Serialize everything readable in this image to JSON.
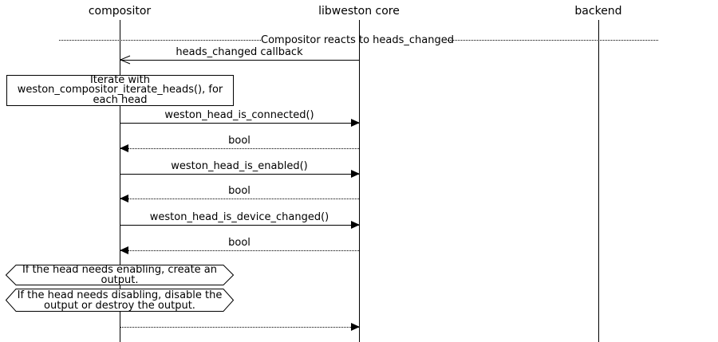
{
  "diagram": {
    "actors": [
      {
        "name": "compositor"
      },
      {
        "name": "libweston core"
      },
      {
        "name": "backend"
      }
    ],
    "divider": {
      "label": "Compositor reacts to heads_changed"
    },
    "messages": [
      {
        "label": "heads_changed callback",
        "from": "libweston core",
        "to": "compositor",
        "line": "solid",
        "arrow": "open"
      },
      {
        "label": "weston_head_is_connected()",
        "from": "compositor",
        "to": "libweston core",
        "line": "solid",
        "arrow": "filled"
      },
      {
        "label": "bool",
        "from": "libweston core",
        "to": "compositor",
        "line": "dotted",
        "arrow": "filled"
      },
      {
        "label": "weston_head_is_enabled()",
        "from": "compositor",
        "to": "libweston core",
        "line": "solid",
        "arrow": "filled"
      },
      {
        "label": "bool",
        "from": "libweston core",
        "to": "compositor",
        "line": "dotted",
        "arrow": "filled"
      },
      {
        "label": "weston_head_is_device_changed()",
        "from": "compositor",
        "to": "libweston core",
        "line": "solid",
        "arrow": "filled"
      },
      {
        "label": "bool",
        "from": "libweston core",
        "to": "compositor",
        "line": "dotted",
        "arrow": "filled"
      },
      {
        "label": "",
        "from": "compositor",
        "to": "libweston core",
        "line": "dotted",
        "arrow": "filled"
      }
    ],
    "notes": {
      "iterate": "Iterate with\nweston_compositor_iterate_heads(), for\neach head",
      "enable": "If the head needs enabling, create an\noutput.",
      "disable": "If the head needs disabling, disable the\noutput or destroy the output."
    },
    "colors": {
      "line": "#000000",
      "background": "#ffffff",
      "text": "#000000"
    }
  }
}
